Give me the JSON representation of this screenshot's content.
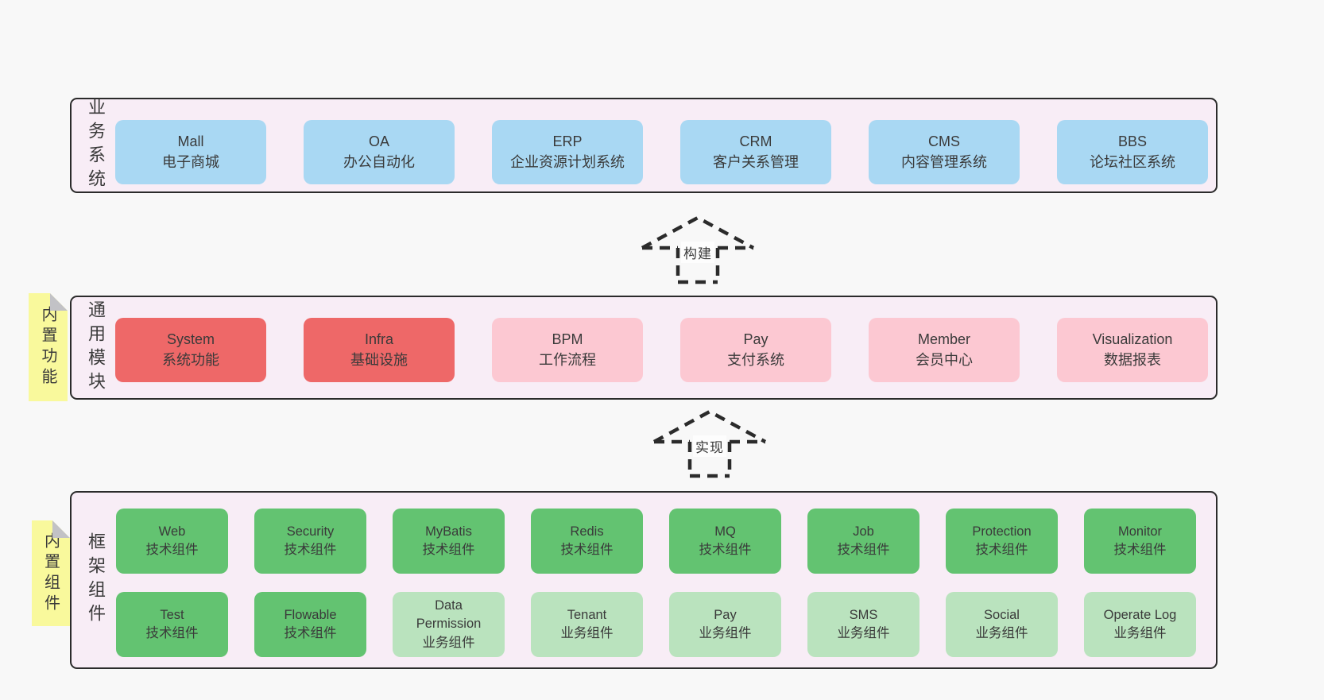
{
  "colors": {
    "page-bg": "#f8f8f8",
    "section-bg": "#f8edf6",
    "section-border": "#2b2b2b",
    "box-blue": "#a9d8f3",
    "box-red": "#ee6868",
    "box-pink": "#fcc8d2",
    "box-green": "#63c371",
    "box-lightgreen": "#bae3be",
    "note-bg": "#f9f99c",
    "note-fold": "#c2c2c6",
    "text": "#3a3a3a",
    "arrow-line": "#2b2b2b"
  },
  "sections": [
    {
      "id": "business-systems",
      "label": "业务系统",
      "rows": [
        [
          {
            "name": "Mall",
            "desc": "电子商城",
            "variant": "blue"
          },
          {
            "name": "OA",
            "desc": "办公自动化",
            "variant": "blue"
          },
          {
            "name": "ERP",
            "desc": "企业资源计划系统",
            "variant": "blue"
          },
          {
            "name": "CRM",
            "desc": "客户关系管理",
            "variant": "blue"
          },
          {
            "name": "CMS",
            "desc": "内容管理系统",
            "variant": "blue"
          },
          {
            "name": "BBS",
            "desc": "论坛社区系统",
            "variant": "blue"
          }
        ]
      ]
    },
    {
      "id": "common-modules",
      "label": "通用模块",
      "note": "内置功能",
      "rows": [
        [
          {
            "name": "System",
            "desc": "系统功能",
            "variant": "red"
          },
          {
            "name": "Infra",
            "desc": "基础设施",
            "variant": "red"
          },
          {
            "name": "BPM",
            "desc": "工作流程",
            "variant": "pink"
          },
          {
            "name": "Pay",
            "desc": "支付系统",
            "variant": "pink"
          },
          {
            "name": "Member",
            "desc": "会员中心",
            "variant": "pink"
          },
          {
            "name": "Visualization",
            "desc": "数据报表",
            "variant": "pink"
          }
        ]
      ]
    },
    {
      "id": "framework-components",
      "label": "框架组件",
      "note": "内置组件",
      "rows": [
        [
          {
            "name": "Web",
            "desc": "技术组件",
            "variant": "green"
          },
          {
            "name": "Security",
            "desc": "技术组件",
            "variant": "green"
          },
          {
            "name": "MyBatis",
            "desc": "技术组件",
            "variant": "green"
          },
          {
            "name": "Redis",
            "desc": "技术组件",
            "variant": "green"
          },
          {
            "name": "MQ",
            "desc": "技术组件",
            "variant": "green"
          },
          {
            "name": "Job",
            "desc": "技术组件",
            "variant": "green"
          },
          {
            "name": "Protection",
            "desc": "技术组件",
            "variant": "green"
          },
          {
            "name": "Monitor",
            "desc": "技术组件",
            "variant": "green"
          }
        ],
        [
          {
            "name": "Test",
            "desc": "技术组件",
            "variant": "green"
          },
          {
            "name": "Flowable",
            "desc": "技术组件",
            "variant": "green"
          },
          {
            "name": "Data Permission",
            "desc": "业务组件",
            "variant": "lightgreen"
          },
          {
            "name": "Tenant",
            "desc": "业务组件",
            "variant": "lightgreen"
          },
          {
            "name": "Pay",
            "desc": "业务组件",
            "variant": "lightgreen"
          },
          {
            "name": "SMS",
            "desc": "业务组件",
            "variant": "lightgreen"
          },
          {
            "name": "Social",
            "desc": "业务组件",
            "variant": "lightgreen"
          },
          {
            "name": "Operate Log",
            "desc": "业务组件",
            "variant": "lightgreen"
          }
        ]
      ]
    }
  ],
  "arrows": [
    {
      "label": "构建"
    },
    {
      "label": "实现"
    }
  ]
}
